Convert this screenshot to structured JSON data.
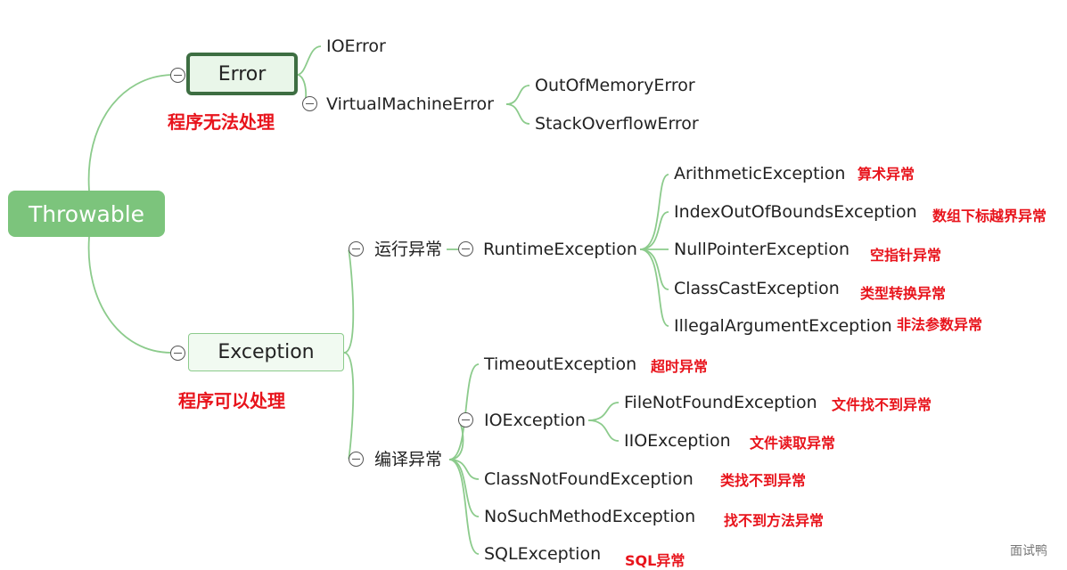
{
  "root": {
    "label": "Throwable"
  },
  "error": {
    "label": "Error",
    "note": "程序无法处理",
    "children": {
      "io_error": "IOError",
      "vm_error": {
        "label": "VirtualMachineError",
        "children": [
          "OutOfMemoryError",
          "StackOverflowError"
        ]
      }
    }
  },
  "exception": {
    "label": "Exception",
    "note": "程序可以处理",
    "runtime": {
      "label": "运行异常",
      "class_label": "RuntimeException",
      "children": [
        {
          "label": "ArithmeticException",
          "note": "算术异常"
        },
        {
          "label": "IndexOutOfBoundsException",
          "note": "数组下标越界异常"
        },
        {
          "label": "NullPointerException",
          "note": "空指针异常"
        },
        {
          "label": "ClassCastException",
          "note": "类型转换异常"
        },
        {
          "label": "IllegalArgumentException",
          "note": "非法参数异常"
        }
      ]
    },
    "checked": {
      "label": "编译异常",
      "children": {
        "timeout": {
          "label": "TimeoutException",
          "note": "超时异常"
        },
        "io": {
          "label": "IOException",
          "children": [
            {
              "label": "FileNotFoundException",
              "note": "文件找不到异常"
            },
            {
              "label": "IIOException",
              "note": "文件读取异常"
            }
          ]
        },
        "class_not_found": {
          "label": "ClassNotFoundException",
          "note": "类找不到异常"
        },
        "no_such_method": {
          "label": "NoSuchMethodException",
          "note": "找不到方法异常"
        },
        "sql": {
          "label": "SQLException",
          "note": "SQL异常"
        }
      }
    }
  },
  "watermark": "面试鸭",
  "colors": {
    "root": "#7cc47c",
    "branch": "#8ccb8c",
    "note": "#e8141c",
    "error_border": "#3d6e42"
  }
}
